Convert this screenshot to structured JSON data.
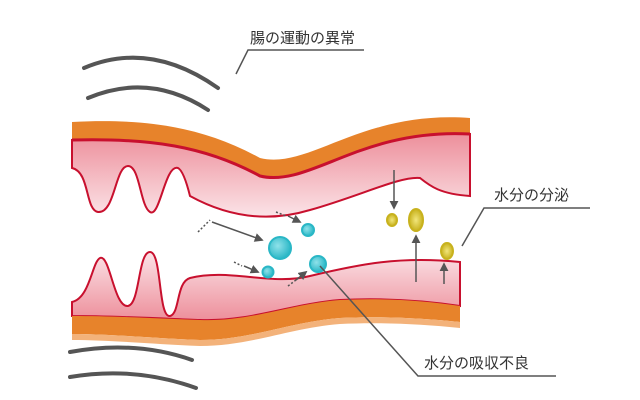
{
  "labels": {
    "motility": "腸の運動の異常",
    "secretion": "水分の分泌",
    "absorption": "水分の吸収不良"
  },
  "colors": {
    "outer_wall": "#e7832b",
    "outer_wall_light": "#f3b27a",
    "mucosa_pink": "#ed8f9b",
    "mucosa_light": "#fbe3e7",
    "edge_red": "#c8102e",
    "water_cyan": "#2ab7c6",
    "water_cyan_light": "#8fe2ea",
    "secretion_olive": "#c8b21e",
    "secretion_light": "#f2e67c",
    "arrow": "#555555",
    "leader": "#555555"
  },
  "icons": [
    "motion-lines-icon",
    "absorb-arrow-icon",
    "secrete-arrow-icon",
    "water-droplet-icon",
    "secretion-droplet-icon"
  ]
}
